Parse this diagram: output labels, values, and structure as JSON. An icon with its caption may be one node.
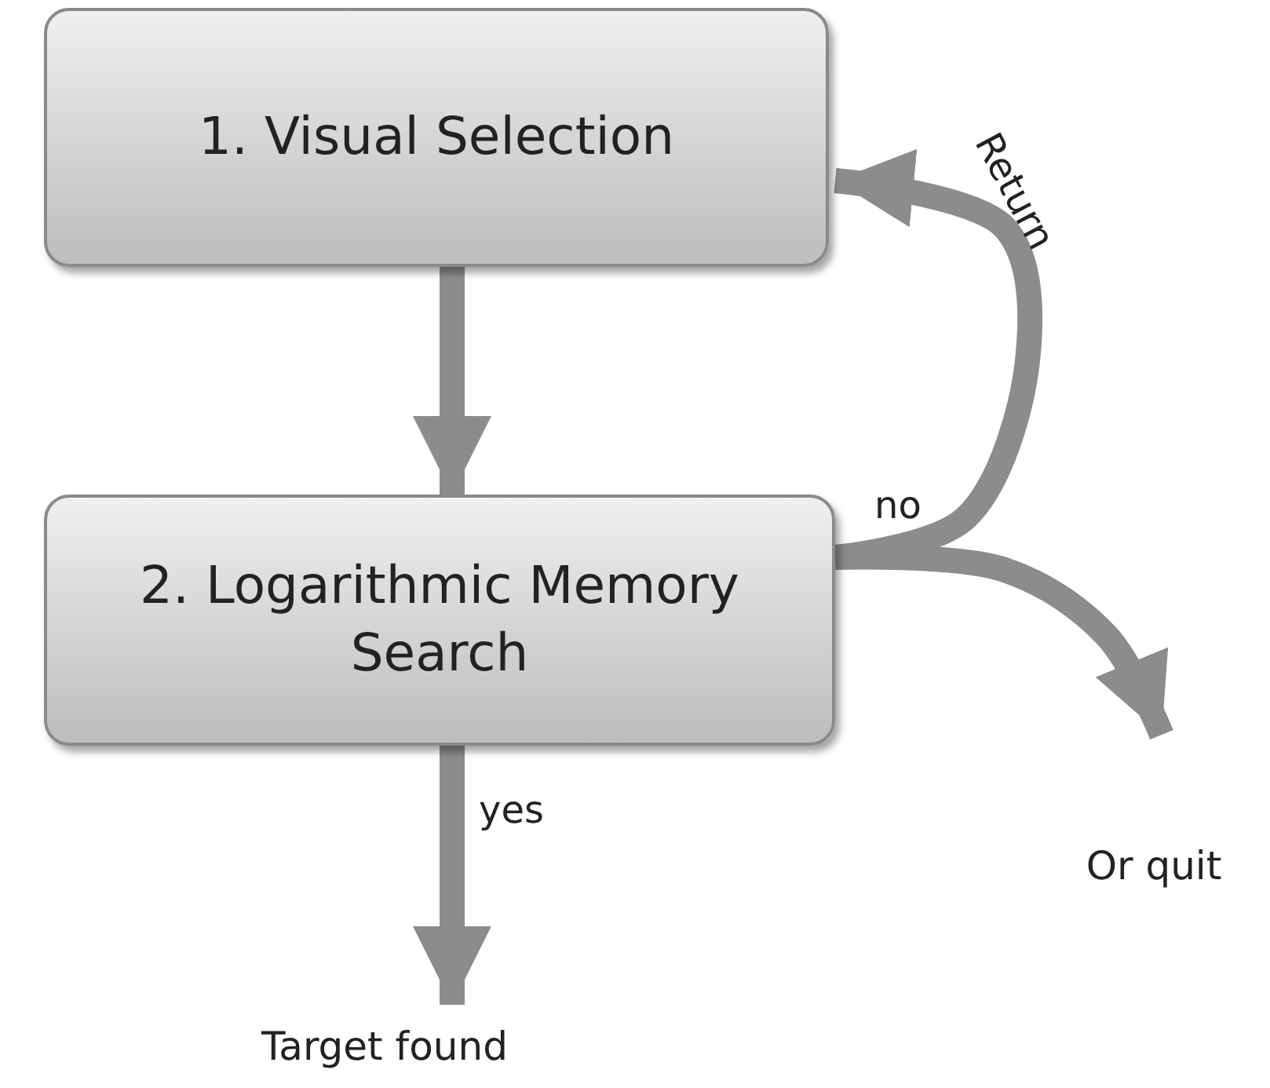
{
  "diagram": {
    "nodes": [
      {
        "text": [
          "1. Visual Selection"
        ]
      },
      {
        "text": [
          "2. Logarithmic Memory Search"
        ]
      },
      {
        "text": [
          "Target found"
        ]
      },
      {
        "text": [
          "Or quit"
        ]
      }
    ],
    "edges": [
      {
        "from": 0,
        "to": 1,
        "arrow": "to"
      },
      {
        "from": 1,
        "to": 2,
        "arrow": "to",
        "label": "yes"
      },
      {
        "from": 1,
        "to": 0,
        "arrow": "to",
        "label": "Return"
      },
      {
        "from": 1,
        "to": 3,
        "arrow": "to"
      }
    ],
    "labels": [
      "no"
    ]
  }
}
